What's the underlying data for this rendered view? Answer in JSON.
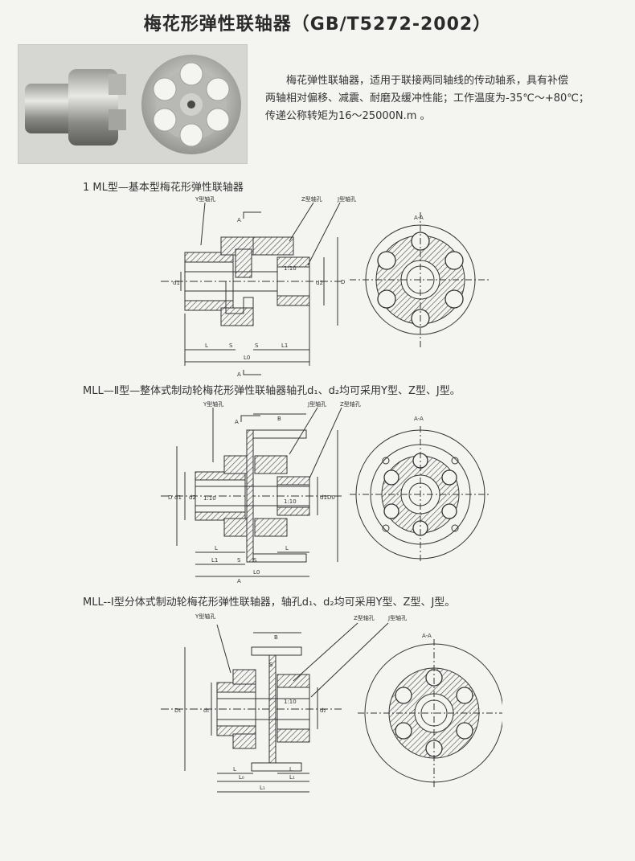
{
  "title": "梅花形弹性联轴器（GB/T5272-2002）",
  "intro": {
    "line1": "梅花弹性联轴器，适用于联接两同轴线的传动轴系，具有补偿",
    "line2": "两轴相对偏移、减震、耐磨及缓冲性能；工作温度为-35℃～+80℃；",
    "line3": "传递公称转矩为16～25000N.m 。"
  },
  "sections": {
    "s1": {
      "caption": "1  ML型—基本型梅花形弹性联轴器"
    },
    "s2": {
      "caption": "MLL—Ⅱ型—整体式制动轮梅花形弹性联轴器轴孔d₁、d₂均可采用Y型、Z型、J型。"
    },
    "s3": {
      "caption": "MLL--Ⅰ型分体式制动轮梅花形弹性联轴器，轴孔d₁、d₂均可采用Y型、Z型、J型。"
    }
  },
  "labels": {
    "y_bore": "Y型轴孔",
    "z_bore": "Z型轴孔",
    "j_bore": "J型轴孔",
    "section_aa": "A-A",
    "a": "A",
    "taper": "1:10",
    "d": "D",
    "d1": "d1",
    "d2": "d2",
    "d1s": "d₁",
    "d2s": "d₂",
    "dd": "D₁",
    "d0": "D0",
    "l": "L",
    "l1": "L1",
    "l0": "L0",
    "s": "S",
    "b": "B",
    "l0s": "L₀",
    "l1s": "L₁"
  }
}
